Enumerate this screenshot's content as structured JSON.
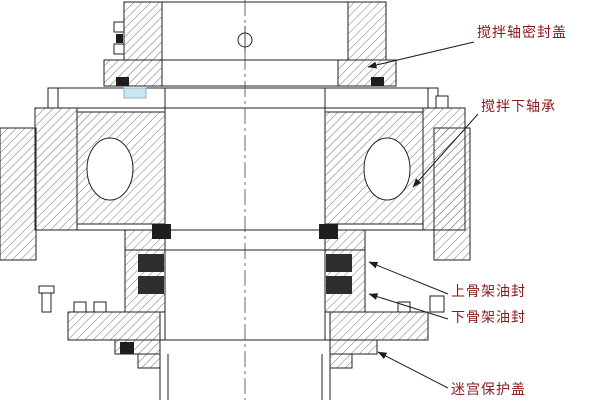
{
  "diagram": {
    "type": "engineering-cross-section",
    "labels": {
      "seal_cover": "搅拌轴密封盖",
      "lower_bearing": "搅拌下轴承",
      "upper_oil_seal": "上骨架油封",
      "lower_oil_seal": "下骨架油封",
      "labyrinth_cover": "迷宫保护盖"
    },
    "colors": {
      "label_text": "#8b1a1a",
      "line": "#222222",
      "highlight": "#c9e6f2",
      "background": "#ffffff"
    }
  }
}
